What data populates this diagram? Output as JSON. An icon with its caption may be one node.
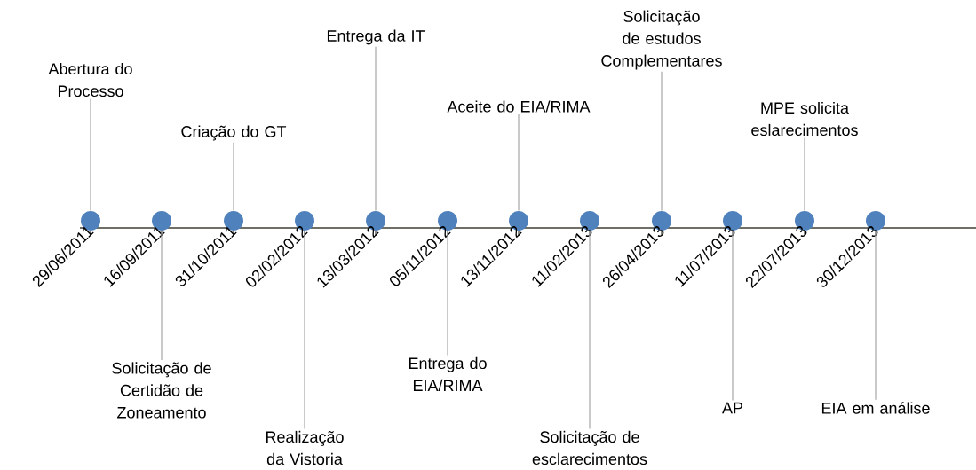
{
  "diagram": {
    "nodes": [
      {
        "text": [],
        "shape": "circle",
        "beside": [
          "29/06/2011"
        ]
      },
      {
        "text": [],
        "shape": "circle",
        "beside": [
          "16/09/2011"
        ]
      },
      {
        "text": [],
        "shape": "circle",
        "beside": [
          "31/10/2011"
        ]
      },
      {
        "text": [],
        "shape": "circle",
        "beside": [
          "02/02/2012"
        ]
      },
      {
        "text": [],
        "shape": "circle",
        "beside": [
          "13/03/2012"
        ]
      },
      {
        "text": [],
        "shape": "circle",
        "beside": [
          "05/11/2012"
        ]
      },
      {
        "text": [],
        "shape": "circle",
        "beside": [
          "13/11/2012"
        ]
      },
      {
        "text": [],
        "shape": "circle",
        "beside": [
          "11/02/2013"
        ]
      },
      {
        "text": [],
        "shape": "circle",
        "beside": [
          "26/04/2013"
        ]
      },
      {
        "text": [],
        "shape": "circle",
        "beside": [
          "11/07/2013"
        ]
      },
      {
        "text": [],
        "shape": "circle",
        "beside": [
          "22/07/2013"
        ]
      },
      {
        "text": [],
        "shape": "circle",
        "beside": [
          "30/12/2013"
        ]
      },
      {
        "text": [
          "Abertura do Processo"
        ]
      },
      {
        "text": [
          "Solicitação de Certidão de Zoneamento"
        ]
      },
      {
        "text": [
          "Criação do GT"
        ]
      },
      {
        "text": [
          "Realização da Vistoria"
        ]
      },
      {
        "text": [
          "Entrega da IT"
        ]
      },
      {
        "text": [
          "Entrega do EIA/RIMA"
        ]
      },
      {
        "text": [
          "Aceite do EIA/RIMA"
        ]
      },
      {
        "text": [
          "Solicitação de esclarecimentos"
        ]
      },
      {
        "text": [
          "Solicitação de estudos Complementares"
        ]
      },
      {
        "text": [
          "AP"
        ]
      },
      {
        "text": [
          "MPE solicita eslarecimentos"
        ]
      },
      {
        "text": [
          "EIA em análise"
        ]
      }
    ],
    "edges": [
      {
        "from": 12,
        "to": 0,
        "arrow": "none"
      },
      {
        "from": 13,
        "to": 1,
        "arrow": "none"
      },
      {
        "from": 14,
        "to": 2,
        "arrow": "none"
      },
      {
        "from": 15,
        "to": 3,
        "arrow": "none"
      },
      {
        "from": 16,
        "to": 4,
        "arrow": "none"
      },
      {
        "from": 17,
        "to": 5,
        "arrow": "none"
      },
      {
        "from": 18,
        "to": 6,
        "arrow": "none"
      },
      {
        "from": 19,
        "to": 7,
        "arrow": "none"
      },
      {
        "from": 20,
        "to": 8,
        "arrow": "none"
      },
      {
        "from": 21,
        "to": 9,
        "arrow": "none"
      },
      {
        "from": 22,
        "to": 10,
        "arrow": "none"
      },
      {
        "from": 23,
        "to": 11,
        "arrow": "none"
      }
    ]
  }
}
